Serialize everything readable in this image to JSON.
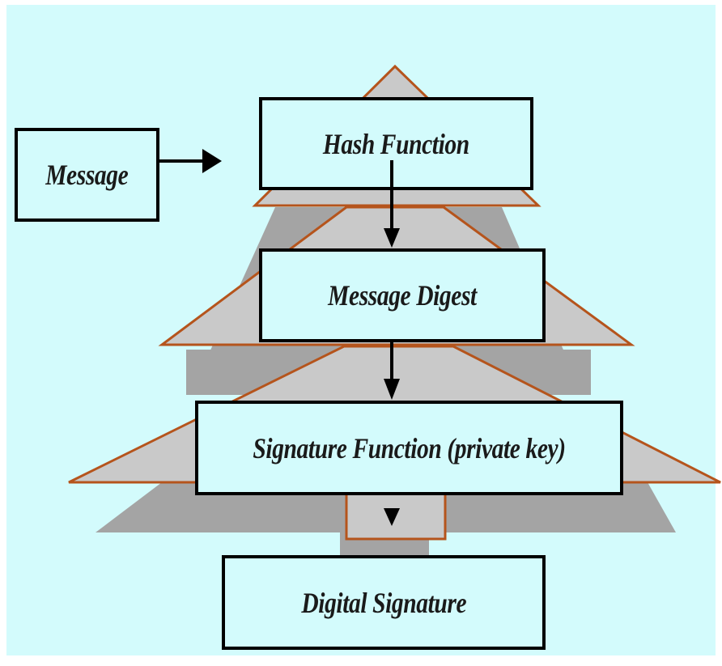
{
  "diagram": {
    "nodes": {
      "message": "Message",
      "hash_function": "Hash Function",
      "message_digest": "Message Digest",
      "signature_function": "Signature Function (private key)",
      "digital_signature": "Digital Signature"
    },
    "edges": [
      {
        "from": "message",
        "to": "hash_function"
      },
      {
        "from": "hash_function",
        "to": "message_digest"
      },
      {
        "from": "message_digest",
        "to": "signature_function"
      },
      {
        "from": "signature_function",
        "to": "digital_signature"
      }
    ]
  },
  "colors": {
    "background": "#d3fbfc",
    "tree_fill": "#c9c9c9",
    "tree_shadow": "#a4a4a4",
    "tree_outline": "#b5541c",
    "box_border": "#000000",
    "arrow": "#000000"
  }
}
